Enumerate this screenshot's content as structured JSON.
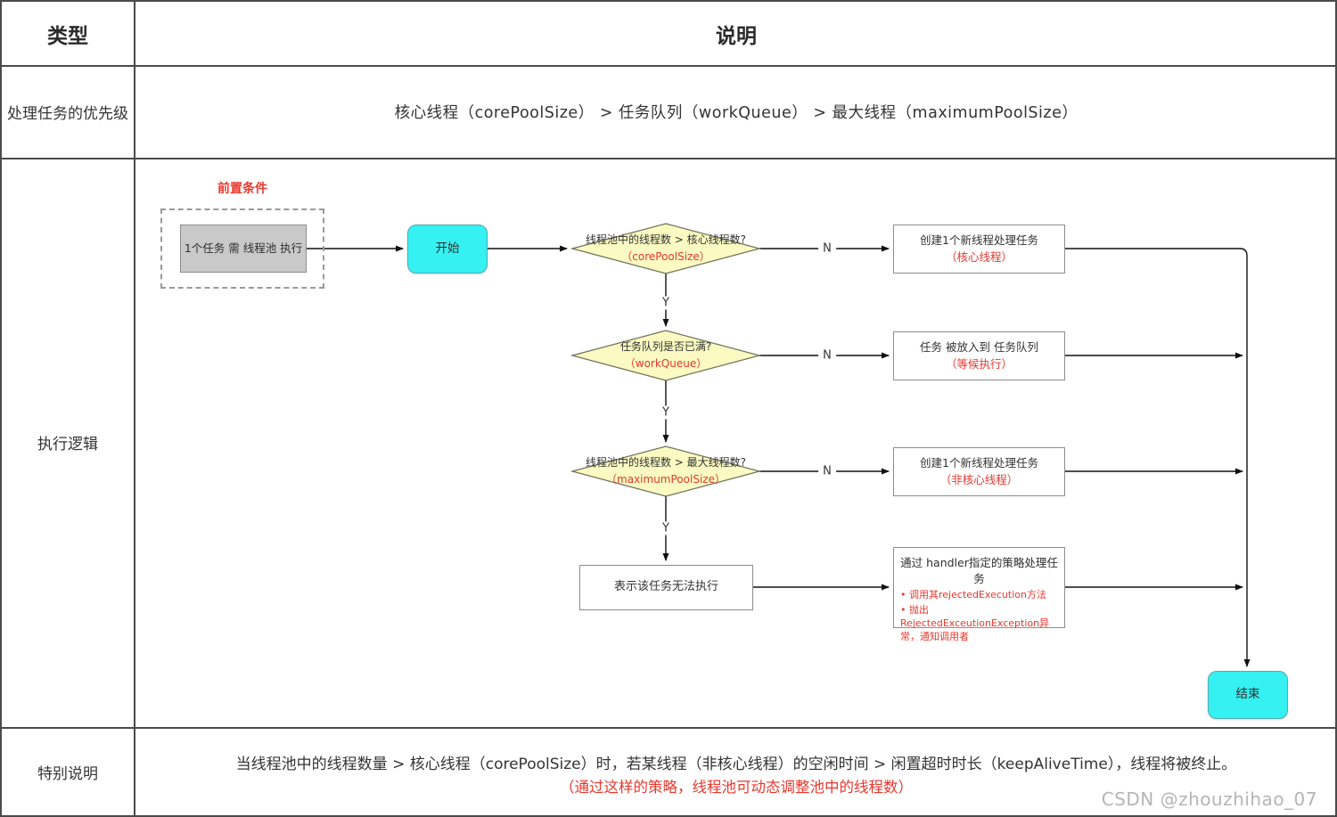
{
  "table": {
    "header": {
      "type_col": "类型",
      "desc_col": "说明"
    },
    "priority_row": {
      "label": "处理任务的优先级",
      "content": "核心线程（corePoolSize） > 任务队列（workQueue） > 最大线程（maximumPoolSize）"
    },
    "logic_row": {
      "label": "执行逻辑"
    },
    "special_row": {
      "label": "特别说明",
      "line1": "当线程池中的线程数量 > 核心线程（corePoolSize）时，若某线程（非核心线程）的空闲时间 > 闲置超时时长（keepAliveTime），线程将被终止。",
      "line2": "（通过这样的策略，线程池可动态调整池中的线程数）"
    }
  },
  "flowchart": {
    "precondition_label": "前置条件",
    "task_box": "1个任务 需 线程池 执行",
    "start_label": "开始",
    "end_label": "结束",
    "decision1": {
      "line1": "线程池中的线程数 > 核心线程数?",
      "line2": "（corePoolSize）"
    },
    "decision2": {
      "line1": "任务队列是否已满?",
      "line2": "（workQueue）"
    },
    "decision3": {
      "line1": "线程池中的线程数 > 最大线程数?",
      "line2": "（maximumPoolSize）"
    },
    "action1": {
      "line1": "创建1个新线程处理任务",
      "line2": "（核心线程）"
    },
    "action2": {
      "line1": "任务 被放入到 任务队列",
      "line2": "（等候执行）"
    },
    "action3": {
      "line1": "创建1个新线程处理任务",
      "line2": "（非核心线程）"
    },
    "reject_box": "表示该任务无法执行",
    "handler_box": {
      "title": "通过 handler指定的策略处理任务",
      "bullet1": "• 调用其rejectedExecution方法",
      "bullet2": "• 抛出RejectedExceutionException异常，通知调用者"
    },
    "labels": {
      "yes": "Y",
      "no": "N"
    }
  },
  "colors": {
    "node_cyan": "#35f1f1",
    "diamond_yellow": "#fafac2",
    "accent_red": "#e8382e",
    "grid_gray": "#4a4a4a",
    "box_gray": "#c9c9c9"
  },
  "watermark": "CSDN @zhouzhihao_07"
}
